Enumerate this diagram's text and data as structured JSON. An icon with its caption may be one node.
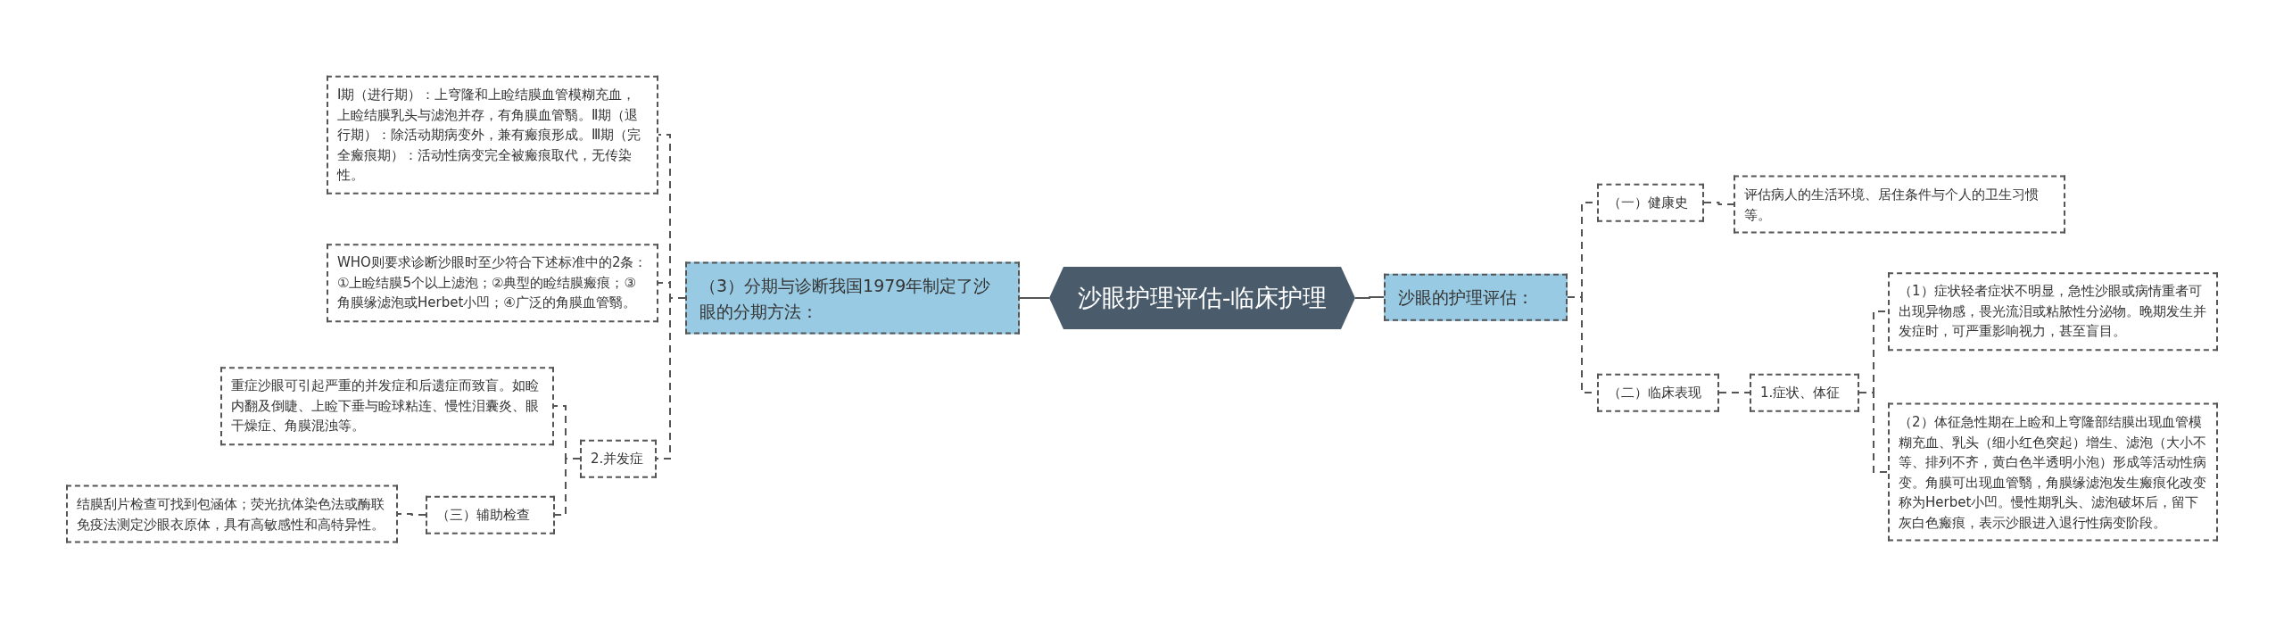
{
  "diagram": {
    "nodes": [
      {
        "text": [
          "沙眼护理评估-临床护理"
        ]
      },
      {
        "text": [
          "（3）分期与诊断我国1979年制定了沙眼的分期方法："
        ]
      },
      {
        "text": [
          "Ⅰ期（进行期）：上穹隆和上睑结膜血管模糊充血，上睑结膜乳头与滤泡并存，有角膜血管翳。Ⅱ期（退行期）：除活动期病变外，兼有瘢痕形成。Ⅲ期（完全瘢痕期）：活动性病变完全被瘢痕取代，无传染性。"
        ]
      },
      {
        "text": [
          "WHO则要求诊断沙眼时至少符合下述标准中的2条：①上睑结膜5个以上滤泡；②典型的睑结膜瘢痕；③角膜缘滤泡或Herbet小凹；④广泛的角膜血管翳。"
        ]
      },
      {
        "text": [
          "2.并发症"
        ]
      },
      {
        "text": [
          "重症沙眼可引起严重的并发症和后遗症而致盲。如睑内翻及倒睫、上睑下垂与睑球粘连、慢性泪囊炎、眼干燥症、角膜混浊等。"
        ]
      },
      {
        "text": [
          "（三）辅助检查"
        ]
      },
      {
        "text": [
          "结膜刮片检查可找到包涵体；荧光抗体染色法或酶联免疫法测定沙眼衣原体，具有高敏感性和高特异性。"
        ]
      },
      {
        "text": [
          "沙眼的护理评估："
        ]
      },
      {
        "text": [
          "（一）健康史"
        ]
      },
      {
        "text": [
          "评估病人的生活环境、居住条件与个人的卫生习惯等。"
        ]
      },
      {
        "text": [
          "（二）临床表现"
        ]
      },
      {
        "text": [
          "1.症状、体征"
        ]
      },
      {
        "text": [
          "（1）症状轻者症状不明显，急性沙眼或病情重者可出现异物感，畏光流泪或粘脓性分泌物。晚期发生并发症时，可严重影响视力，甚至盲目。"
        ]
      },
      {
        "text": [
          "（2）体征急性期在上睑和上穹隆部结膜出现血管模糊充血、乳头（细小红色突起）增生、滤泡（大小不等、排列不齐，黄白色半透明小泡）形成等活动性病变。角膜可出现血管翳，角膜缘滤泡发生瘢痕化改变称为Herbet小凹。慢性期乳头、滤泡破坏后，留下灰白色瘢痕，表示沙眼进入退行性病变阶段。"
        ]
      }
    ],
    "edges": [
      {
        "from": 0,
        "to": 1,
        "arrow": "none"
      },
      {
        "from": 1,
        "to": 2,
        "arrow": "none",
        "style": "dashed"
      },
      {
        "from": 1,
        "to": 3,
        "arrow": "none",
        "style": "dashed"
      },
      {
        "from": 1,
        "to": 4,
        "arrow": "none",
        "style": "dashed"
      },
      {
        "from": 4,
        "to": 5,
        "arrow": "none",
        "style": "dashed"
      },
      {
        "from": 4,
        "to": 6,
        "arrow": "none",
        "style": "dashed"
      },
      {
        "from": 6,
        "to": 7,
        "arrow": "none",
        "style": "dashed"
      },
      {
        "from": 0,
        "to": 8,
        "arrow": "none"
      },
      {
        "from": 8,
        "to": 9,
        "arrow": "none",
        "style": "dashed"
      },
      {
        "from": 8,
        "to": 11,
        "arrow": "none",
        "style": "dashed"
      },
      {
        "from": 9,
        "to": 10,
        "arrow": "none",
        "style": "dashed"
      },
      {
        "from": 11,
        "to": 12,
        "arrow": "none",
        "style": "dashed"
      },
      {
        "from": 12,
        "to": 13,
        "arrow": "none",
        "style": "dashed"
      },
      {
        "from": 12,
        "to": 14,
        "arrow": "none",
        "style": "dashed"
      }
    ]
  }
}
